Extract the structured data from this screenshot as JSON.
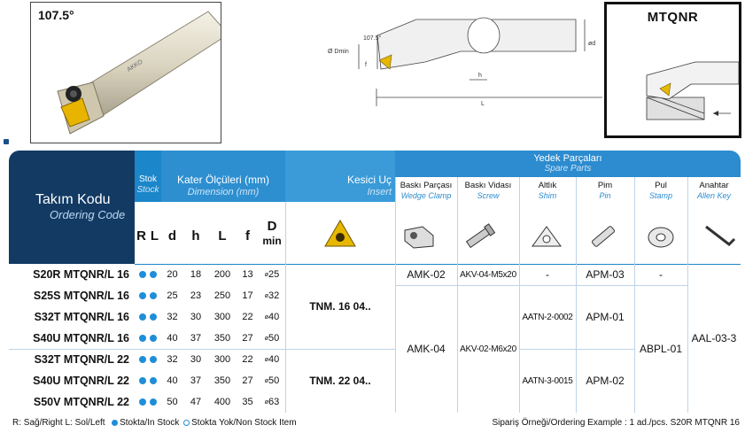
{
  "photo": {
    "angle": "107.5°"
  },
  "drawing": {
    "dmin_label": "Ø Dmin",
    "f_label": "f",
    "value_label": "107.5°",
    "h_label": "h",
    "d_label": "ød",
    "L_label": "L"
  },
  "mtqnr": {
    "code": "MTQNR"
  },
  "table": {
    "title": "Takım Kodu",
    "title_en": "Ordering Code",
    "stock_tr": "Stok",
    "stock_en": "Stock",
    "dims_tr": "Kater Ölçüleri (mm)",
    "dims_en": "Dimension (mm)",
    "insert_tr": "Kesici Uç",
    "insert_en": "Insert",
    "spare_tr": "Yedek Parçaları",
    "spare_en": "Spare Parts",
    "col_R": "R",
    "col_L": "L",
    "col_d": "d",
    "col_h": "h",
    "col_Lc": "L",
    "col_f": "f",
    "col_D": "D",
    "col_Dmin": "min",
    "spare_cols": [
      {
        "tr": "Baskı Parçası",
        "en": "Wedge Clamp"
      },
      {
        "tr": "Baskı Vidası",
        "en": "Screw"
      },
      {
        "tr": "Altlık",
        "en": "Shim"
      },
      {
        "tr": "Pim",
        "en": "Pin"
      },
      {
        "tr": "Pul",
        "en": "Stamp"
      },
      {
        "tr": "Anahtar",
        "en": "Allen Key"
      }
    ],
    "rows": [
      {
        "code": "S20R MTQNR/L 16",
        "d": "20",
        "h": "18",
        "L": "200",
        "f": "13",
        "D": "25"
      },
      {
        "code": "S25S MTQNR/L 16",
        "d": "25",
        "h": "23",
        "L": "250",
        "f": "17",
        "D": "32"
      },
      {
        "code": "S32T MTQNR/L 16",
        "d": "32",
        "h": "30",
        "L": "300",
        "f": "22",
        "D": "40"
      },
      {
        "code": "S40U MTQNR/L 16",
        "d": "40",
        "h": "37",
        "L": "350",
        "f": "27",
        "D": "50"
      },
      {
        "code": "S32T MTQNR/L 22",
        "d": "32",
        "h": "30",
        "L": "300",
        "f": "22",
        "D": "40"
      },
      {
        "code": "S40U MTQNR/L 22",
        "d": "40",
        "h": "37",
        "L": "350",
        "f": "27",
        "D": "50"
      },
      {
        "code": "S50V MTQNR/L 22",
        "d": "50",
        "h": "47",
        "L": "400",
        "f": "35",
        "D": "63"
      }
    ],
    "d_prefix": "ø",
    "insert_16": "TNM. 16 04..",
    "insert_22": "TNM. 22 04..",
    "wedge_1": "AMK-02",
    "wedge_2": "AMK-04",
    "screw_1": "AKV-04-M5x20",
    "screw_2": "AKV-02-M6x20",
    "shim_1": "-",
    "shim_2": "AATN-2-0002",
    "shim_3": "AATN-3-0015",
    "pin_1": "APM-03",
    "pin_2": "APM-01",
    "pin_3": "APM-02",
    "stamp_1": "-",
    "stamp_2": "ABPL-01",
    "key": "AAL-03-3"
  },
  "footer": {
    "legend_rl": "R: Sağ/Right    L: Sol/Left",
    "in_stock": "Stokta/In Stock",
    "non_stock": "Stokta Yok/Non Stock Item",
    "example": "Sipariş Örneği/Ordering Example : 1 ad./pcs. S20R MTQNR 16"
  },
  "colors": {
    "header_dark": "#123a63",
    "header_blue": "#1b86c9",
    "header_mid": "#3a9bd8",
    "dot_blue": "#1f8ed8",
    "insert_gold": "#e6b800"
  }
}
